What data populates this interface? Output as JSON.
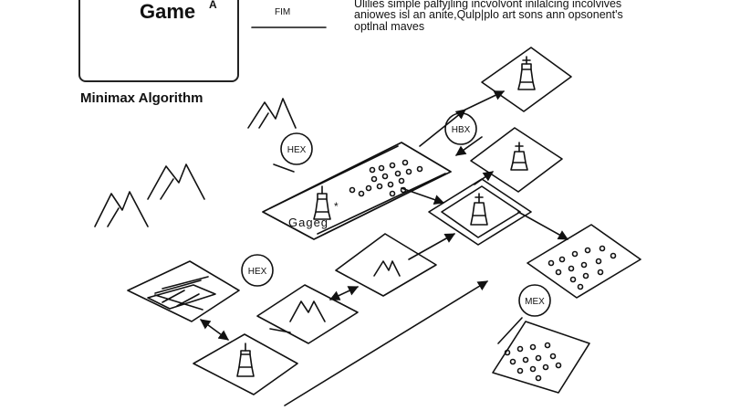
{
  "header": {
    "game_title": "Game",
    "game_superscript": "A",
    "small_label": "FIM",
    "algorithm_title": "Minimax Algorithm",
    "description_lines": [
      "Ulilies simple palfyjling incvolvont inilalcing incolvives",
      "aniowes isl an anite,Qulp|plo art sons ann opsonent's",
      "optlnal maves"
    ]
  },
  "badges": [
    "HEX",
    "HBX",
    "HEX",
    "MEX"
  ],
  "board_label": "Gageg",
  "board_marker": "*",
  "icons": [
    "document-icon",
    "bar-chart-icon",
    "mountain-icon",
    "chess-piece-icon",
    "grid-icon"
  ]
}
